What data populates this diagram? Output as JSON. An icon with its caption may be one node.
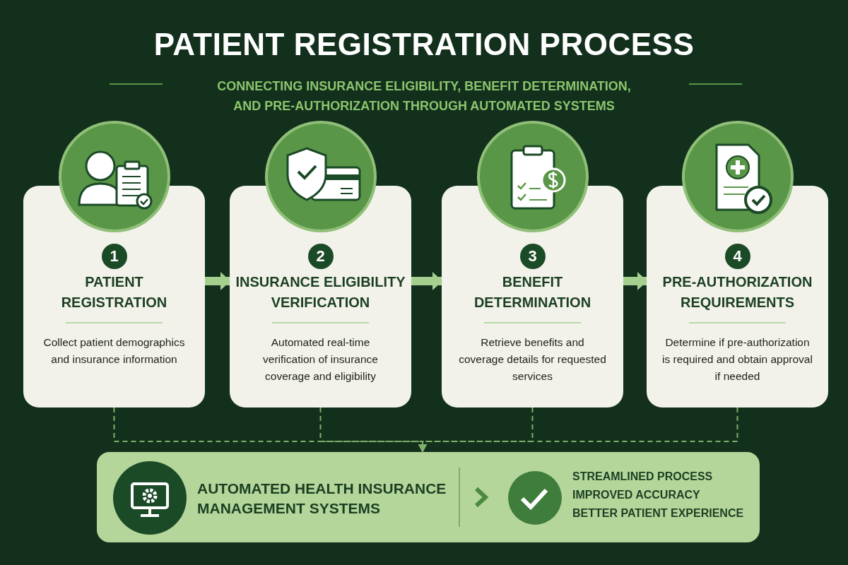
{
  "diagram": {
    "title": "PATIENT REGISTRATION PROCESS",
    "caption": "CONNECTING INSURANCE ELIGIBILITY, BENEFIT DETERMINATION, AND PRE-AUTHORIZATION THROUGH AUTOMATED SYSTEMS",
    "nodes": [
      {
        "text": [
          "1",
          "PATIENT REGISTRATION",
          "Collect patient demographics and insurance information"
        ]
      },
      {
        "text": [
          "2",
          "INSURANCE ELIGIBILITY VERIFICATION",
          "Automated real-time verification of insurance coverage and eligibility"
        ]
      },
      {
        "text": [
          "3",
          "BENEFIT DETERMINATION",
          "Retrieve benefits and coverage details for requested services"
        ]
      },
      {
        "text": [
          "4",
          "PRE-AUTHORIZATION REQUIREMENTS",
          "Determine if pre-authorization is required and obtain approval if needed"
        ]
      },
      {
        "text": [
          "AUTOMATED HEALTH INSURANCE MANAGEMENT SYSTEMS",
          "STREAMLINED PROCESS",
          "IMPROVED ACCURACY",
          "BETTER PATIENT EXPERIENCE"
        ]
      }
    ],
    "edges": [
      {
        "from": 0,
        "to": 1,
        "arrow": "to",
        "style": "thick"
      },
      {
        "from": 1,
        "to": 2,
        "arrow": "to",
        "style": "thick"
      },
      {
        "from": 2,
        "to": 3,
        "arrow": "to",
        "style": "thick"
      },
      {
        "from": 0,
        "to": 4,
        "arrow": "to",
        "style": "dashed"
      },
      {
        "from": 1,
        "to": 4,
        "arrow": "to",
        "style": "dashed"
      },
      {
        "from": 2,
        "to": 4,
        "arrow": "to",
        "style": "dashed"
      },
      {
        "from": 3,
        "to": 4,
        "arrow": "to",
        "style": "dashed"
      }
    ]
  }
}
